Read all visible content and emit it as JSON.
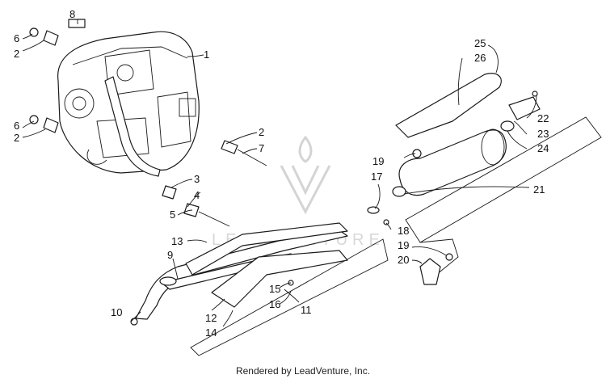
{
  "diagram": {
    "credit": "Rendered by LeadVenture, Inc.",
    "watermark": "LEADVENTURE",
    "callouts": [
      "1",
      "2",
      "2",
      "2",
      "3",
      "4",
      "5",
      "6",
      "6",
      "7",
      "8",
      "9",
      "10",
      "11",
      "12",
      "13",
      "14",
      "15",
      "16",
      "17",
      "18",
      "19",
      "19",
      "20",
      "21",
      "22",
      "23",
      "24",
      "25",
      "26"
    ]
  }
}
